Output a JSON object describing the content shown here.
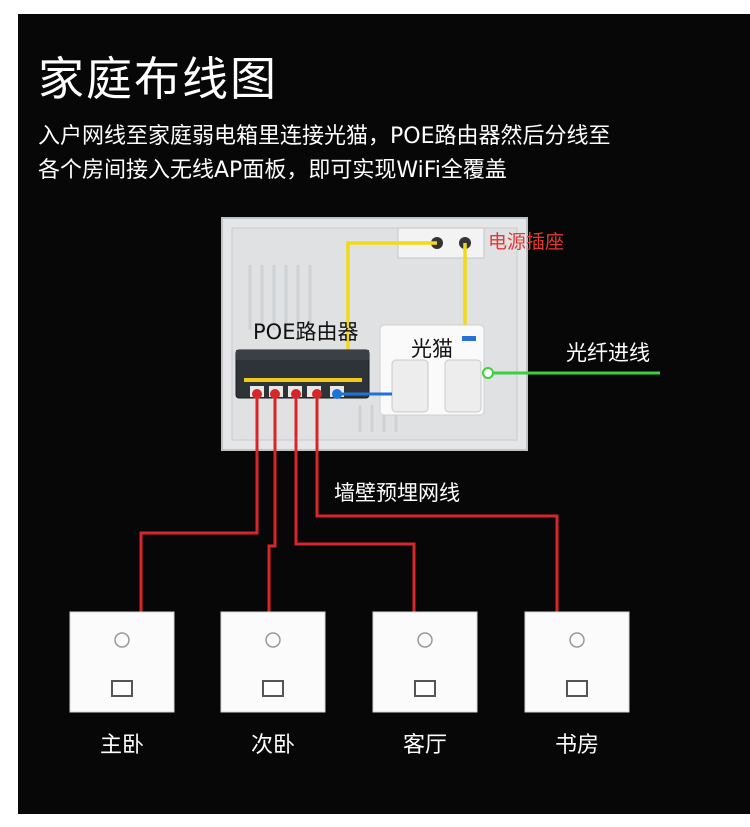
{
  "title": "家庭布线图",
  "description": {
    "line1": "入户网线至家庭弱电箱里连接光猫，POE路由器然后分线至",
    "line2": "各个房间接入无线AP面板，即可实现WiFi全覆盖"
  },
  "labels": {
    "power_socket": "电源插座",
    "poe_router": "POE路由器",
    "optical_modem": "光猫",
    "fiber_in": "光纤进线",
    "wall_cable": "墙壁预埋网线"
  },
  "rooms": [
    "主卧",
    "次卧",
    "客厅",
    "书房"
  ],
  "colors": {
    "background": "#070707",
    "power_cable": "#f2d91a",
    "lan_cable": "#d7262a",
    "fiber_cable": "#3ecf3e",
    "uplink_cable": "#1e73d8"
  },
  "icons": {
    "router": "switch-router-icon",
    "modem": "optical-modem-icon",
    "socket": "power-socket-icon",
    "ap_panel": "wall-ap-panel-icon",
    "ethernet_port": "ethernet-port-icon"
  }
}
